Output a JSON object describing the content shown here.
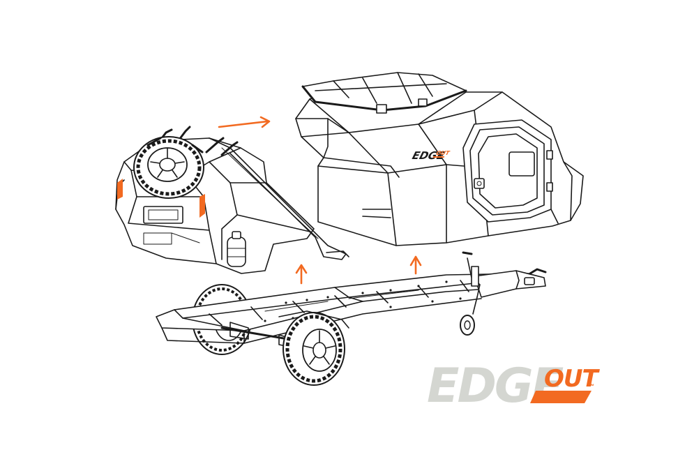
{
  "diagram": {
    "components": [
      "front-storage-module",
      "living-pod",
      "off-road-chassis"
    ],
    "arrows": [
      {
        "from": "front-storage-module",
        "to": "living-pod",
        "direction": "right"
      },
      {
        "from": "off-road-chassis",
        "to": "front-storage-module",
        "direction": "up"
      },
      {
        "from": "off-road-chassis",
        "to": "living-pod",
        "direction": "up"
      }
    ]
  },
  "logo": {
    "main": "EDGE",
    "suffix": "OUT",
    "trademark": "™"
  },
  "pod_badge": {
    "main": "EDGE",
    "suffix": "OUT"
  },
  "colors": {
    "accent": "#f26a21",
    "logo_grey": "#d4d6d1",
    "line": "#1a1a1a",
    "background": "#ffffff"
  },
  "icons": [
    "arrow-right-icon",
    "arrow-up-icon",
    "spare-tire-icon",
    "gas-bottle-icon",
    "wheel-icon",
    "jockey-wheel-icon"
  ]
}
